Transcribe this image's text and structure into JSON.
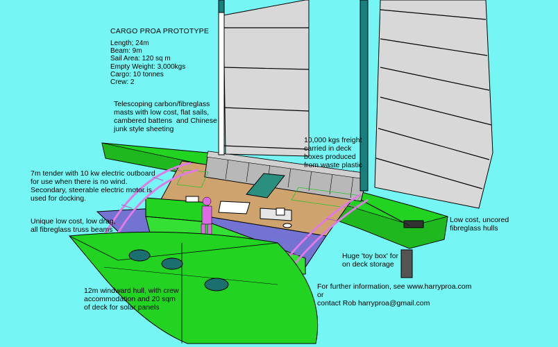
{
  "title": "CARGO PROA PROTOTYPE",
  "specs": [
    "Length; 24m",
    "Beam: 9m",
    "Sail Area: 120 sq m",
    "Empty Weight: 3,000kgs",
    "Cargo: 10 tonnes",
    "Crew: 2"
  ],
  "annotations": {
    "masts": "Telescoping carbon/fibreglass\nmasts with low cost, flat sails,\ncambered battens  and Chinese\njunk style sheeting",
    "freight": "10,000 kgs freight\ncarried in deck\nboxes produced\nfrom waste plastic",
    "tender": "7m tender with 10 kw electric outboard\nfor use when there is no wind.\nSecondary, steerable electric motor is\nused for docking.",
    "truss": "Unique low cost, low drag,\nall fibreglass truss beams",
    "hulls": "Low cost, uncored\nfibreglass hulls",
    "toybox": "Huge 'toy box' for\non deck storage",
    "windward": "12m windward hull, with crew\naccommodation and 20 sqm\nof deck for solar panels",
    "info": "For further information, see www.harryproa.com\nor\ncontact Rob harryproa@gmail.com"
  },
  "colors": {
    "background": "#75f5f3",
    "hull": "#22d322",
    "sail": "#d8d8d8",
    "mast": "#1a7f7c",
    "truss": "#e07be6",
    "deck": "#cfa36e",
    "cargo": "#a8a8a8",
    "figure": "#dd6be3",
    "solar": "#6f6fcf"
  }
}
